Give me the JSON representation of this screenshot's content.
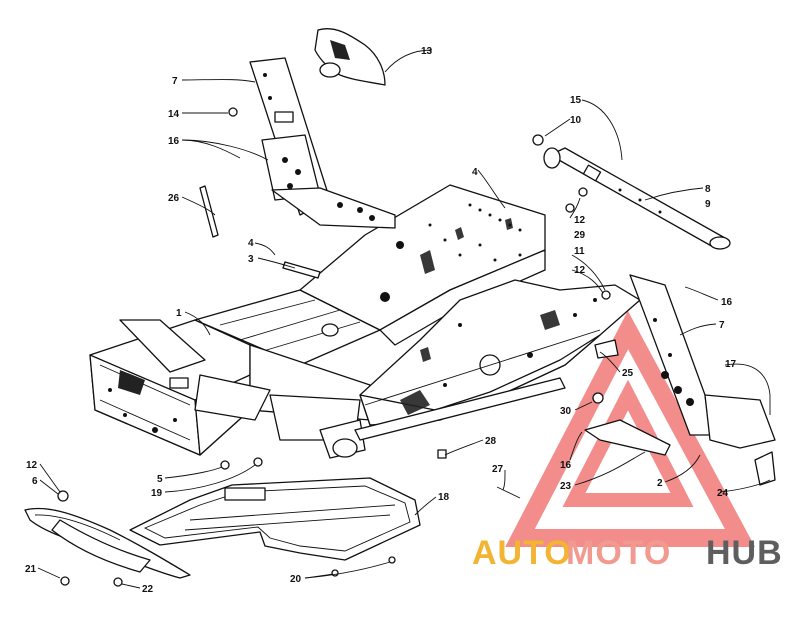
{
  "diagram": {
    "part_numbers": [
      {
        "id": "p13",
        "label": "13"
      },
      {
        "id": "p7a",
        "label": "7"
      },
      {
        "id": "p14",
        "label": "14"
      },
      {
        "id": "p16a",
        "label": "16"
      },
      {
        "id": "p26",
        "label": "26"
      },
      {
        "id": "p4a",
        "label": "4"
      },
      {
        "id": "p3",
        "label": "3"
      },
      {
        "id": "p4b",
        "label": "4"
      },
      {
        "id": "p1",
        "label": "1"
      },
      {
        "id": "p15",
        "label": "15"
      },
      {
        "id": "p10",
        "label": "10"
      },
      {
        "id": "p8",
        "label": "8"
      },
      {
        "id": "p9",
        "label": "9"
      },
      {
        "id": "p12a",
        "label": "12"
      },
      {
        "id": "p29",
        "label": "29"
      },
      {
        "id": "p11",
        "label": "11"
      },
      {
        "id": "p12b",
        "label": "12"
      },
      {
        "id": "p16b",
        "label": "16"
      },
      {
        "id": "p7b",
        "label": "7"
      },
      {
        "id": "p17",
        "label": "17"
      },
      {
        "id": "p25",
        "label": "25"
      },
      {
        "id": "p30",
        "label": "30"
      },
      {
        "id": "p16c",
        "label": "16"
      },
      {
        "id": "p23",
        "label": "23"
      },
      {
        "id": "p2",
        "label": "2"
      },
      {
        "id": "p24",
        "label": "24"
      },
      {
        "id": "p28",
        "label": "28"
      },
      {
        "id": "p27",
        "label": "27"
      },
      {
        "id": "p5",
        "label": "5"
      },
      {
        "id": "p19",
        "label": "19"
      },
      {
        "id": "p12c",
        "label": "12"
      },
      {
        "id": "p6",
        "label": "6"
      },
      {
        "id": "p18",
        "label": "18"
      },
      {
        "id": "p21",
        "label": "21"
      },
      {
        "id": "p22",
        "label": "22"
      },
      {
        "id": "p20",
        "label": "20"
      }
    ]
  },
  "watermark": {
    "text_auto": "AUTO",
    "text_moto": "MOTO",
    "text_hub": "HUB",
    "color_triangle": "#f07a78",
    "color_auto": "#f2b431",
    "color_moto": "#f29a8f",
    "color_hub": "#5e5e5e"
  }
}
